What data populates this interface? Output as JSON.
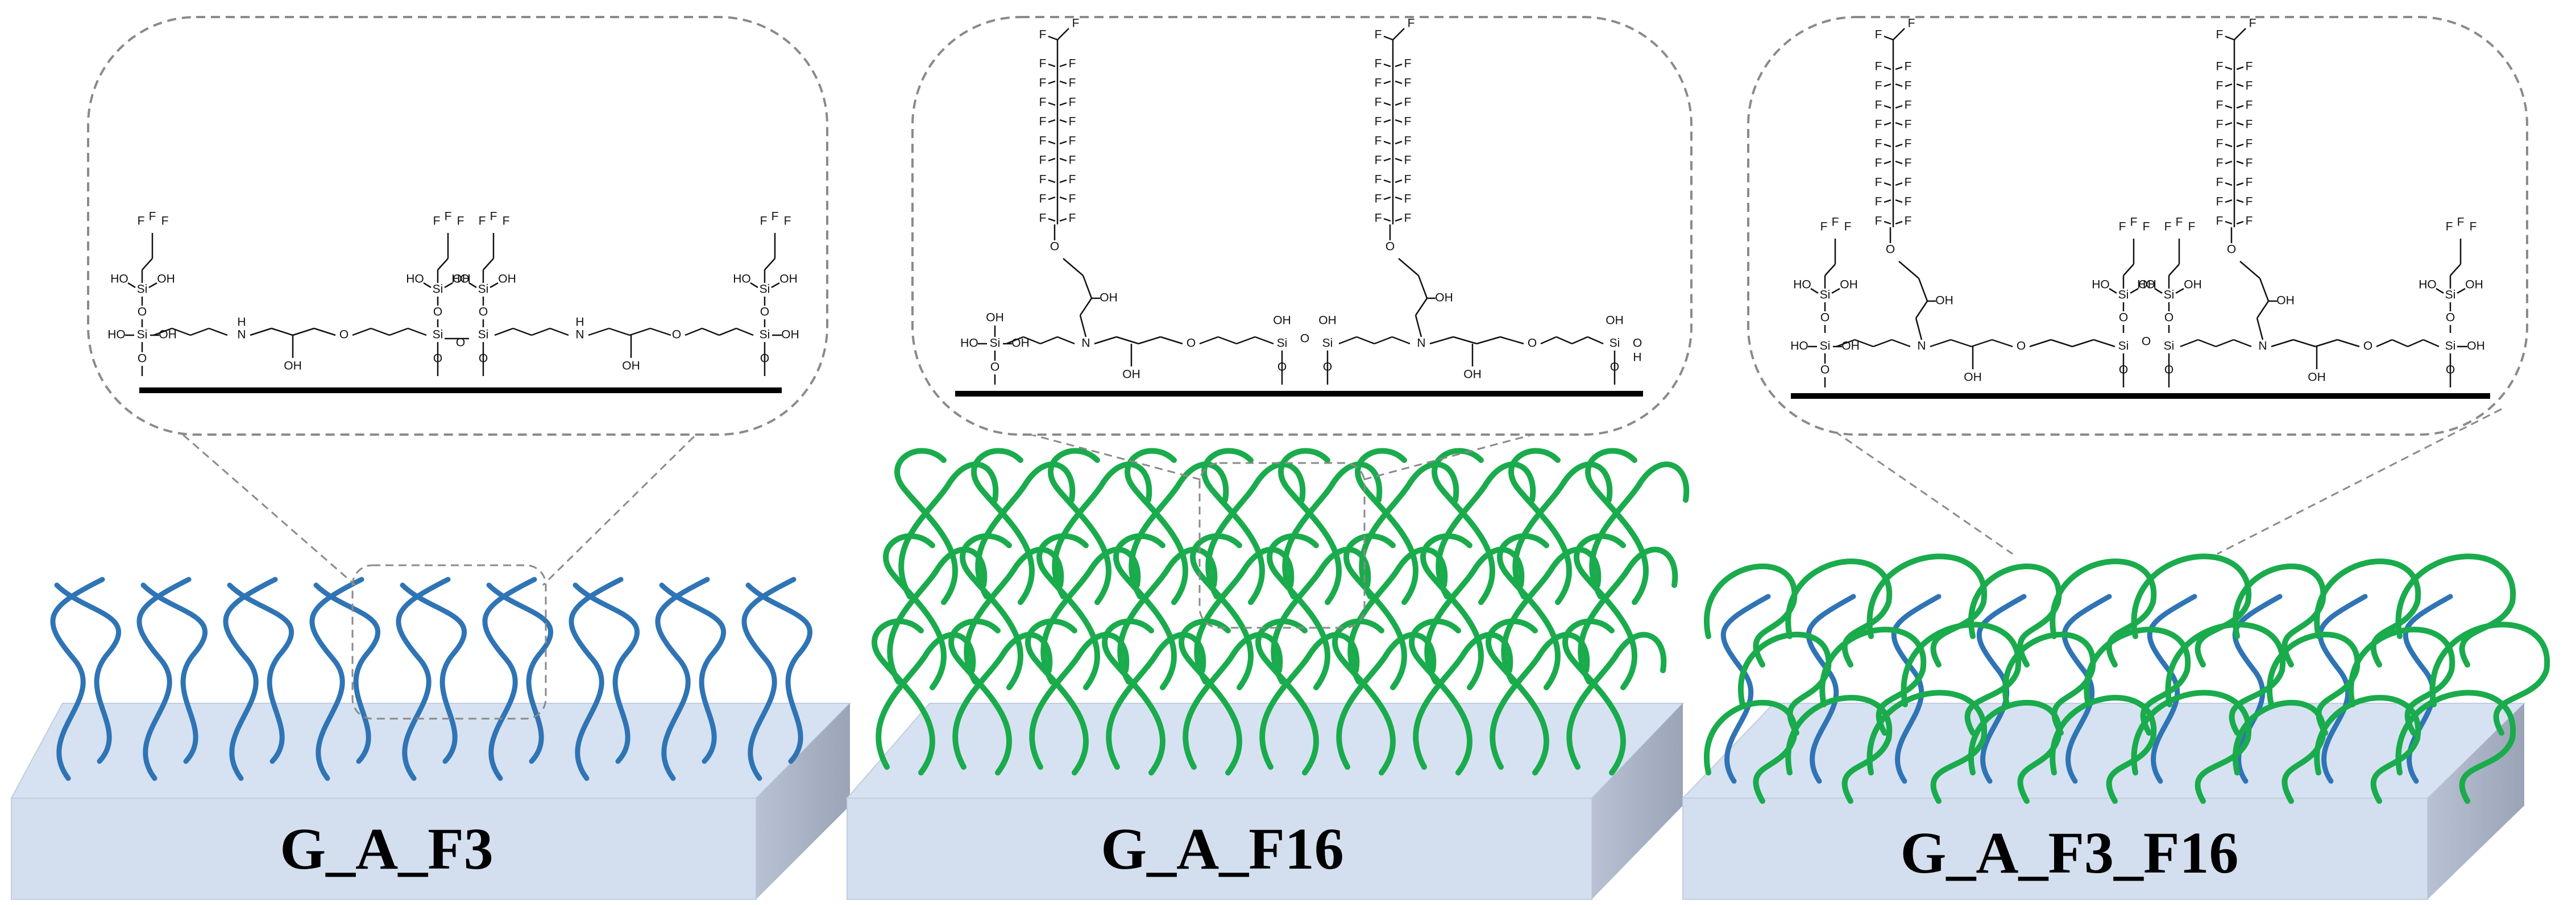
{
  "panels": [
    {
      "label": "G_A_F3",
      "fiber_color": "#2f74b5",
      "molecule": {
        "groups": [
          "HO",
          "Si",
          "OH",
          "O",
          "H",
          "N",
          "F"
        ],
        "chains": [
          "F3",
          "F3",
          "F3",
          "F3"
        ]
      }
    },
    {
      "label": "G_A_F16",
      "fiber_color": "#1aab4c",
      "molecule": {
        "groups": [
          "HO",
          "Si",
          "OH",
          "O",
          "N",
          "H",
          "F"
        ],
        "chains": [
          "F16",
          "F16"
        ]
      }
    },
    {
      "label": "G_A_F3_F16",
      "fiber_colors": [
        "#1aab4c",
        "#2f74b5"
      ],
      "molecule": {
        "groups": [
          "HO",
          "Si",
          "OH",
          "O",
          "N",
          "F"
        ],
        "chains": [
          "F3",
          "F16",
          "F3",
          "F3",
          "F16",
          "F3"
        ]
      }
    }
  ],
  "colors": {
    "slab_top": "#d6e2f1",
    "slab_front": "#d3deee",
    "slab_side": "#aeb8c9",
    "callout_stroke": "#8a8a8a",
    "bond": "#111111"
  }
}
